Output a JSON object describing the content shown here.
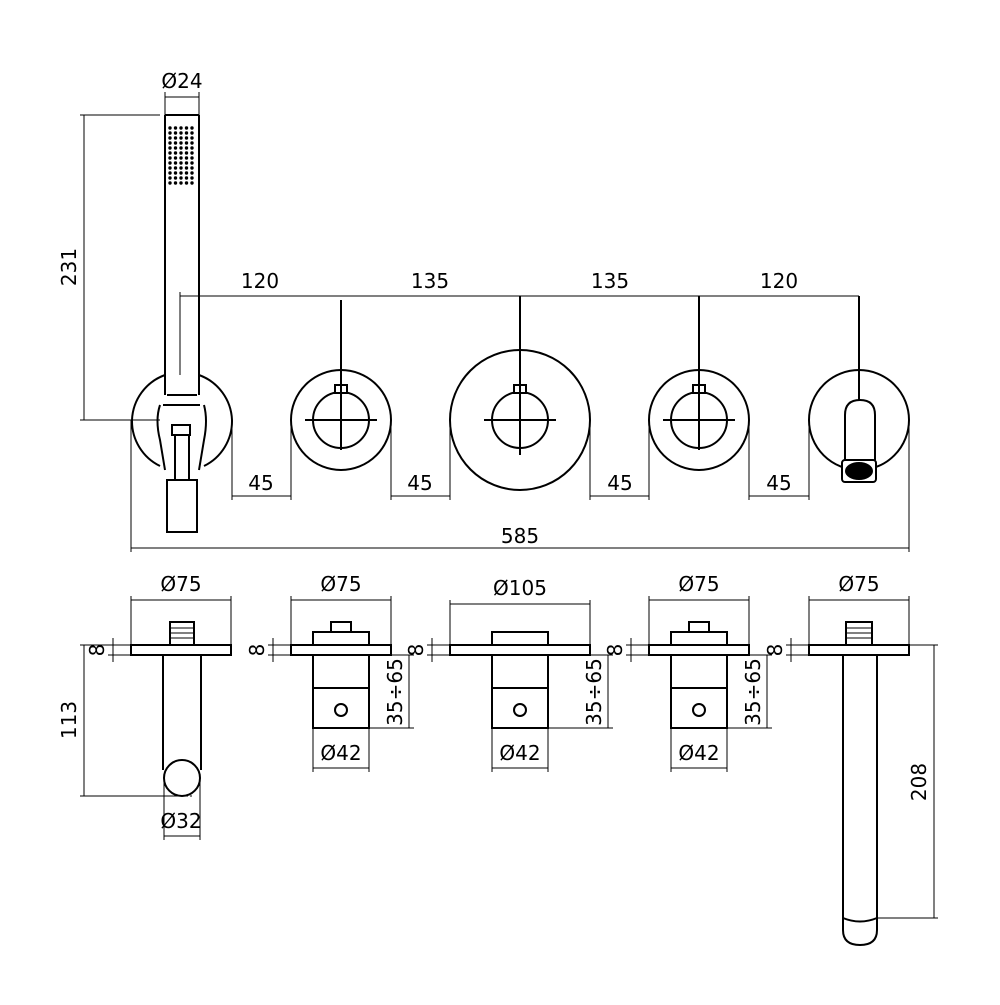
{
  "diagram": {
    "front_view": {
      "handshower_diameter": "Ø24",
      "handshower_height": "231",
      "center_spacing": [
        "120",
        "135",
        "135",
        "120"
      ],
      "plate_gaps": [
        "45",
        "45",
        "45",
        "45"
      ],
      "overall_width": "585"
    },
    "side_views": {
      "plate_diameters": [
        "Ø75",
        "Ø75",
        "Ø105",
        "Ø75",
        "Ø75"
      ],
      "plate_thickness": [
        "8",
        "8",
        "8",
        "8",
        "8"
      ],
      "body_diameters": [
        "Ø42",
        "Ø42",
        "Ø42"
      ],
      "depth_range": [
        "35÷65",
        "35÷65",
        "35÷65"
      ],
      "bracket_depth": "113",
      "bracket_diameter": "Ø32",
      "spout_length": "208"
    }
  }
}
